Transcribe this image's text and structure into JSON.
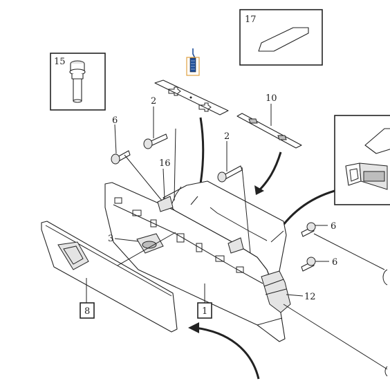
{
  "callouts": {
    "c1": "1",
    "c2a": "2",
    "c2b": "2",
    "c3": "3",
    "c6a": "6",
    "c6b": "6",
    "c6c": "6",
    "c8": "8",
    "c10": "10",
    "c12": "12",
    "c15": "15",
    "c16": "16",
    "c17": "17"
  },
  "colors": {
    "line": "#222222",
    "shade": "#e4e4e4",
    "dark": "#bdbdbd",
    "connector": "#1f4f9a",
    "highlight": "#e0a040"
  }
}
